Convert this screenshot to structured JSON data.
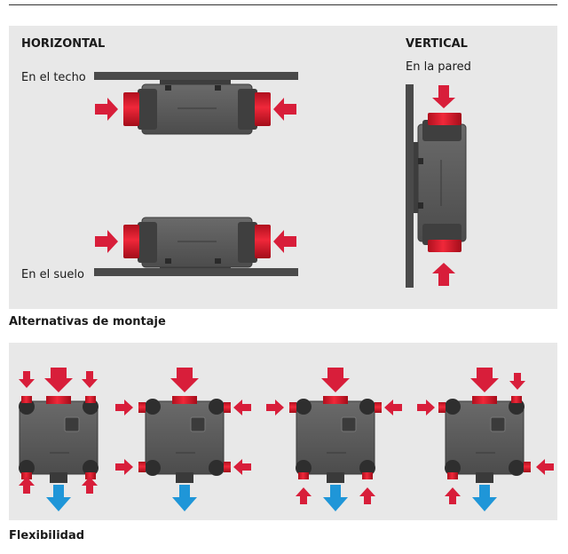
{
  "mounting": {
    "horizontal_title": "HORIZONTAL",
    "vertical_title": "VERTICAL",
    "ceiling_label": "En el techo",
    "floor_label": "En el suelo",
    "wall_label": "En la pared",
    "caption": "Alternativas de montaje"
  },
  "flexibility": {
    "caption": "Flexibilidad",
    "configurations": 4
  },
  "colors": {
    "panel_bg": "#e8e8e8",
    "unit_body": "#595959",
    "surface": "#4a4a4a",
    "red_arrow": "#d81e3a",
    "blue_arrow": "#1f96d8",
    "port": "#e01b2b"
  },
  "icons": [
    "red-arrow-icon",
    "blue-arrow-icon",
    "fan-logo-icon"
  ]
}
